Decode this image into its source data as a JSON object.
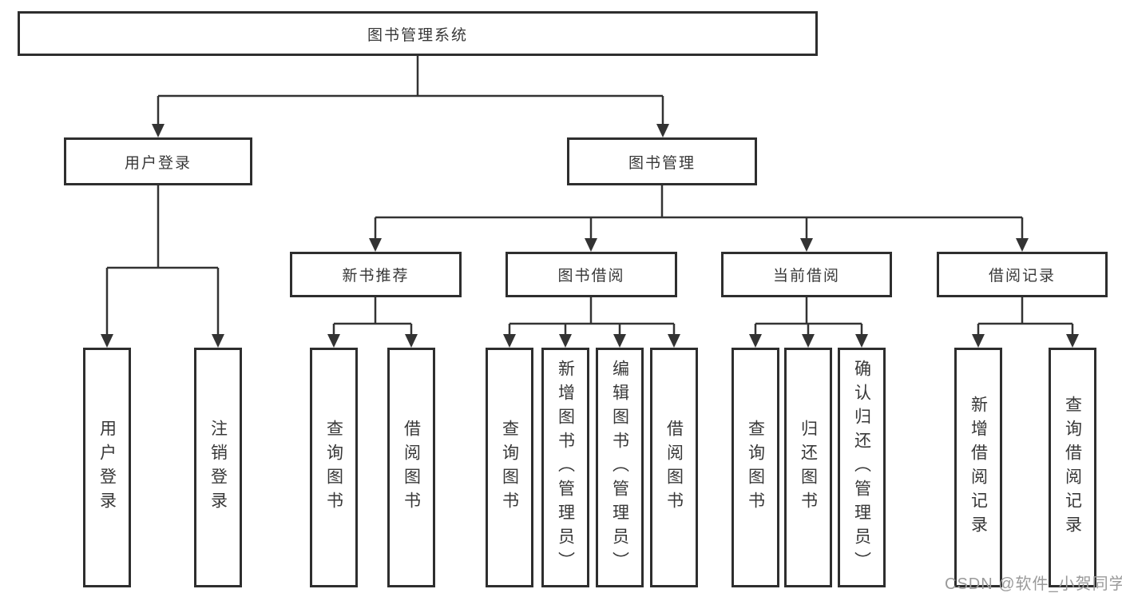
{
  "diagram": {
    "root": {
      "label": "图书管理系统"
    },
    "branches": [
      {
        "label": "用户登录",
        "children": [
          {
            "label": "用户登录"
          },
          {
            "label": "注销登录"
          }
        ]
      },
      {
        "label": "图书管理",
        "children": [
          {
            "label": "新书推荐",
            "children": [
              {
                "label": "查询图书"
              },
              {
                "label": "借阅图书"
              }
            ]
          },
          {
            "label": "图书借阅",
            "children": [
              {
                "label": "查询图书"
              },
              {
                "label": "新增图书（管理员）"
              },
              {
                "label": "编辑图书（管理员）"
              },
              {
                "label": "借阅图书"
              }
            ]
          },
          {
            "label": "当前借阅",
            "children": [
              {
                "label": "查询图书"
              },
              {
                "label": "归还图书"
              },
              {
                "label": "确认归还（管理员）"
              }
            ]
          },
          {
            "label": "借阅记录",
            "children": [
              {
                "label": "新增借阅记录"
              },
              {
                "label": "查询借阅记录"
              }
            ]
          }
        ]
      }
    ],
    "watermark": "CSDN @软件_小贺同学",
    "colors": {
      "line": "#333333",
      "border": "#2e2e2e",
      "text": "#383838",
      "watermark": "#9a9a9a",
      "background": "#ffffff"
    }
  }
}
